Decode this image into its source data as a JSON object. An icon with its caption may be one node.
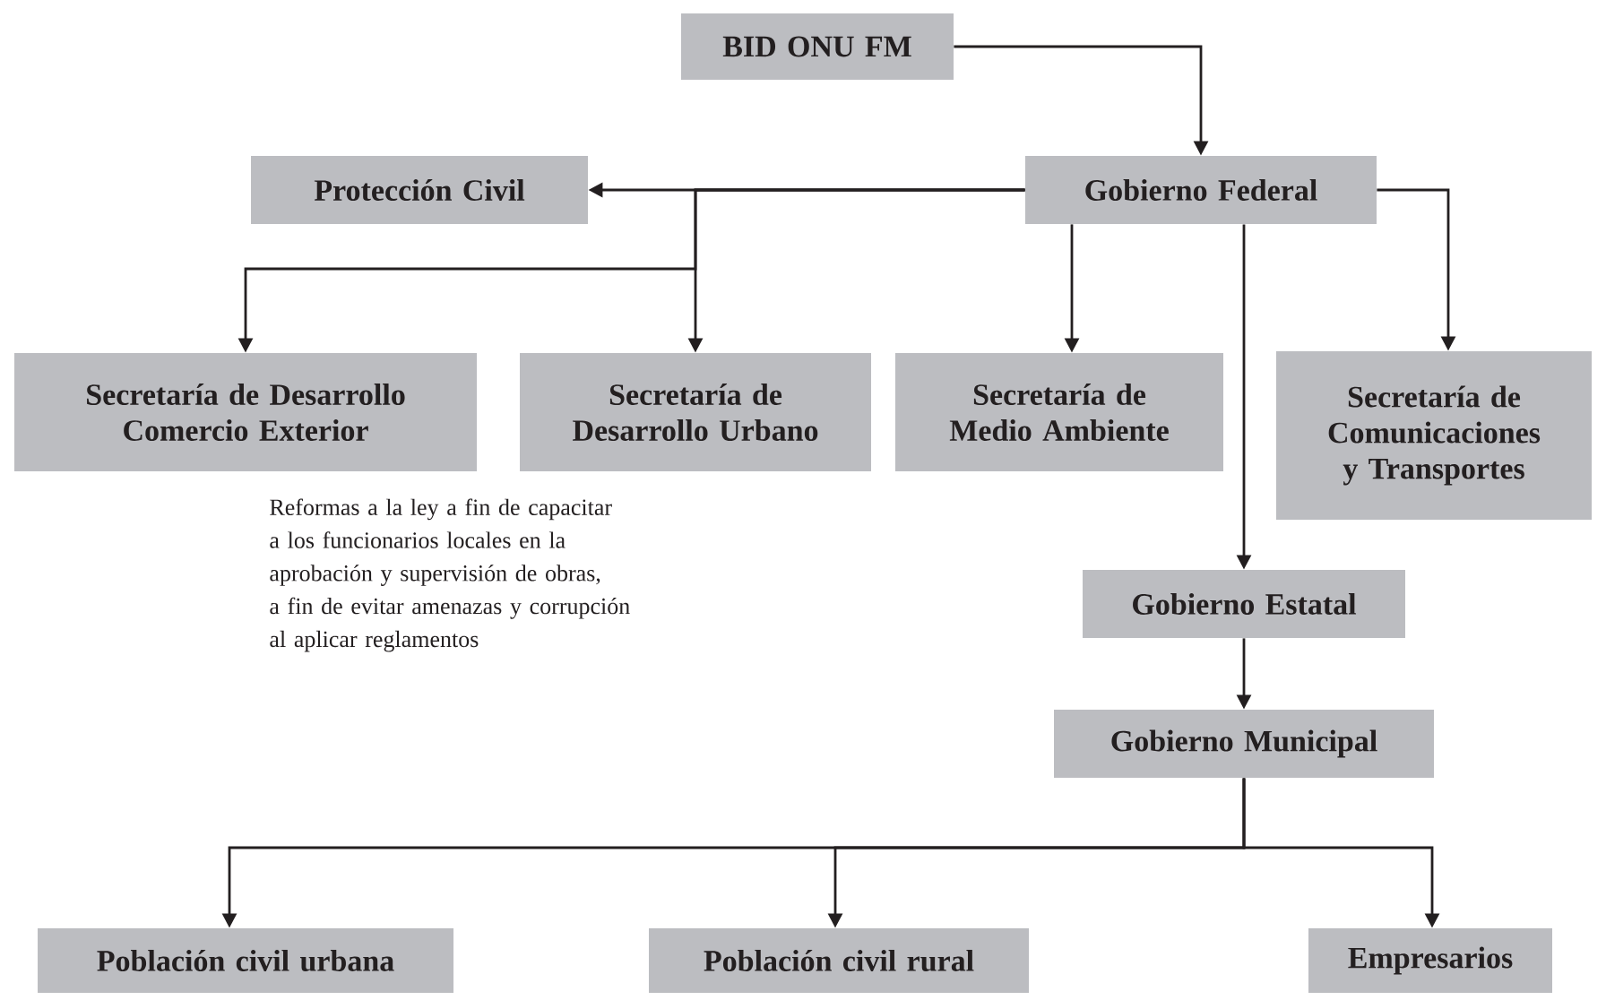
{
  "diagram": {
    "nodes": [
      {
        "text": [
          "BID ONU FM"
        ]
      },
      {
        "text": [
          "Gobierno Federal"
        ]
      },
      {
        "text": [
          "Protección Civil"
        ]
      },
      {
        "text": [
          "Secretaría de Desarrollo Comercio Exterior"
        ]
      },
      {
        "text": [
          "Secretaría de Desarrollo Urbano"
        ]
      },
      {
        "text": [
          "Secretaría de Medio Ambiente"
        ]
      },
      {
        "text": [
          "Secretaría de Comunicaciones y Transportes"
        ]
      },
      {
        "text": [
          "Gobierno Estatal"
        ]
      },
      {
        "text": [
          "Gobierno Municipal"
        ]
      },
      {
        "text": [
          "Población civil urbana"
        ]
      },
      {
        "text": [
          "Población civil rural"
        ]
      },
      {
        "text": [
          "Empresarios"
        ]
      }
    ],
    "edges": [
      {
        "from": 0,
        "to": 1,
        "arrow": "to"
      },
      {
        "from": 1,
        "to": 2,
        "arrow": "to"
      },
      {
        "from": 1,
        "to": 3,
        "arrow": "to"
      },
      {
        "from": 1,
        "to": 4,
        "arrow": "to"
      },
      {
        "from": 1,
        "to": 5,
        "arrow": "to"
      },
      {
        "from": 1,
        "to": 7,
        "arrow": "to"
      },
      {
        "from": 1,
        "to": 6,
        "arrow": "to"
      },
      {
        "from": 7,
        "to": 8,
        "arrow": "to"
      },
      {
        "from": 8,
        "to": 9,
        "arrow": "to"
      },
      {
        "from": 8,
        "to": 10,
        "arrow": "to"
      },
      {
        "from": 8,
        "to": 11,
        "arrow": "to"
      }
    ],
    "labels": [
      "Reformas a la ley a fin de capacitar a los funcionarios locales en la aprobación y supervisión de obras, a fin de evitar amenazas y corrupción al aplicar reglamentos"
    ]
  }
}
